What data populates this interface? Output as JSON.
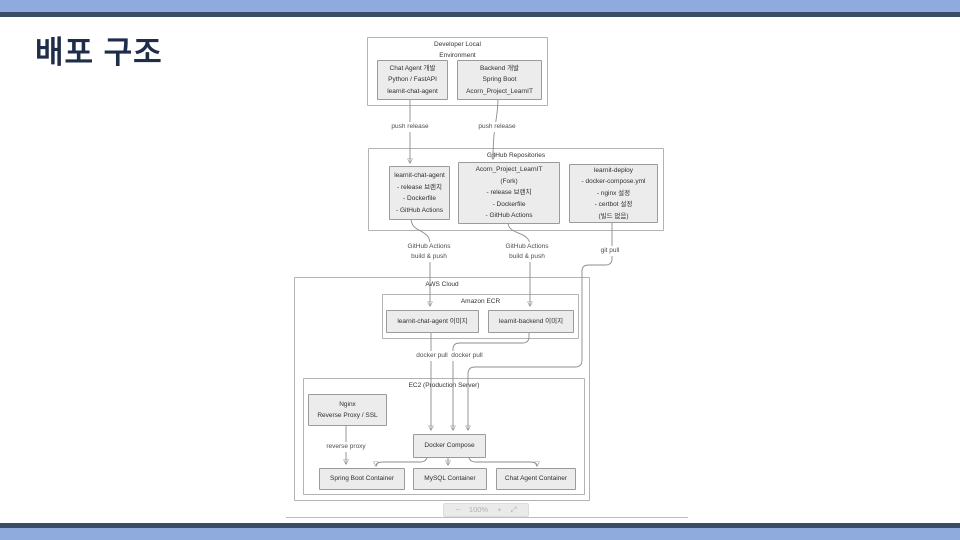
{
  "slide": {
    "title": "배포 구조"
  },
  "theme": {
    "bar_light_blue": "#8faadc",
    "bar_dark_navy": "#3d4c66",
    "title_color": "#1f2c4a",
    "node_fill": "#ececec",
    "node_border": "#9b9b9b",
    "edge_color": "#8c8c8c"
  },
  "diagram": {
    "dev": {
      "title1": "Developer Local",
      "title2": "Environment",
      "chat": [
        "Chat Agent 개발",
        "Python / FastAPI",
        "learnit-chat-agent"
      ],
      "backend": [
        "Backend 개발",
        "Spring Boot",
        "Acorn_Project_LearnIT"
      ]
    },
    "github": {
      "title": "GitHub Repositories",
      "repo1": [
        "learnit-chat-agent",
        "- release 브랜치",
        "- Dockerfile",
        "- GitHub Actions"
      ],
      "repo2": [
        "Acorn_Project_LearnIT",
        "(Fork)",
        "- release 브랜치",
        "- Dockerfile",
        "- GitHub Actions"
      ],
      "repo3": [
        "learnit-deploy",
        "- docker-compose.yml",
        "- nginx 설정",
        "- certbot 설정",
        "(빌드 없음)"
      ]
    },
    "aws": {
      "title": "AWS Cloud",
      "ecr": {
        "title": "Amazon ECR",
        "img1": "learnit-chat-agent 이미지",
        "img2": "learnit-backend 이미지"
      },
      "ec2": {
        "title": "EC2 (Production Server)",
        "nginx1": "Nginx",
        "nginx2": "Reverse Proxy / SSL",
        "compose": "Docker Compose",
        "containers": [
          "Spring Boot Container",
          "MySQL Container",
          "Chat Agent Container"
        ]
      }
    },
    "labels": {
      "push_release_1": "push release",
      "push_release_2": "push release",
      "gh_actions_1a": "GitHub Actions",
      "gh_actions_1b": "build & push",
      "gh_actions_2a": "GitHub Actions",
      "gh_actions_2b": "build & push",
      "git_pull": "git pull",
      "docker_pull_1": "docker pull",
      "docker_pull_2": "docker pull",
      "reverse_proxy": "reverse proxy"
    }
  },
  "viewer": {
    "zoom_out": "−",
    "zoom_level": "100%",
    "zoom_in": "+",
    "fullscreen": "⤢"
  }
}
